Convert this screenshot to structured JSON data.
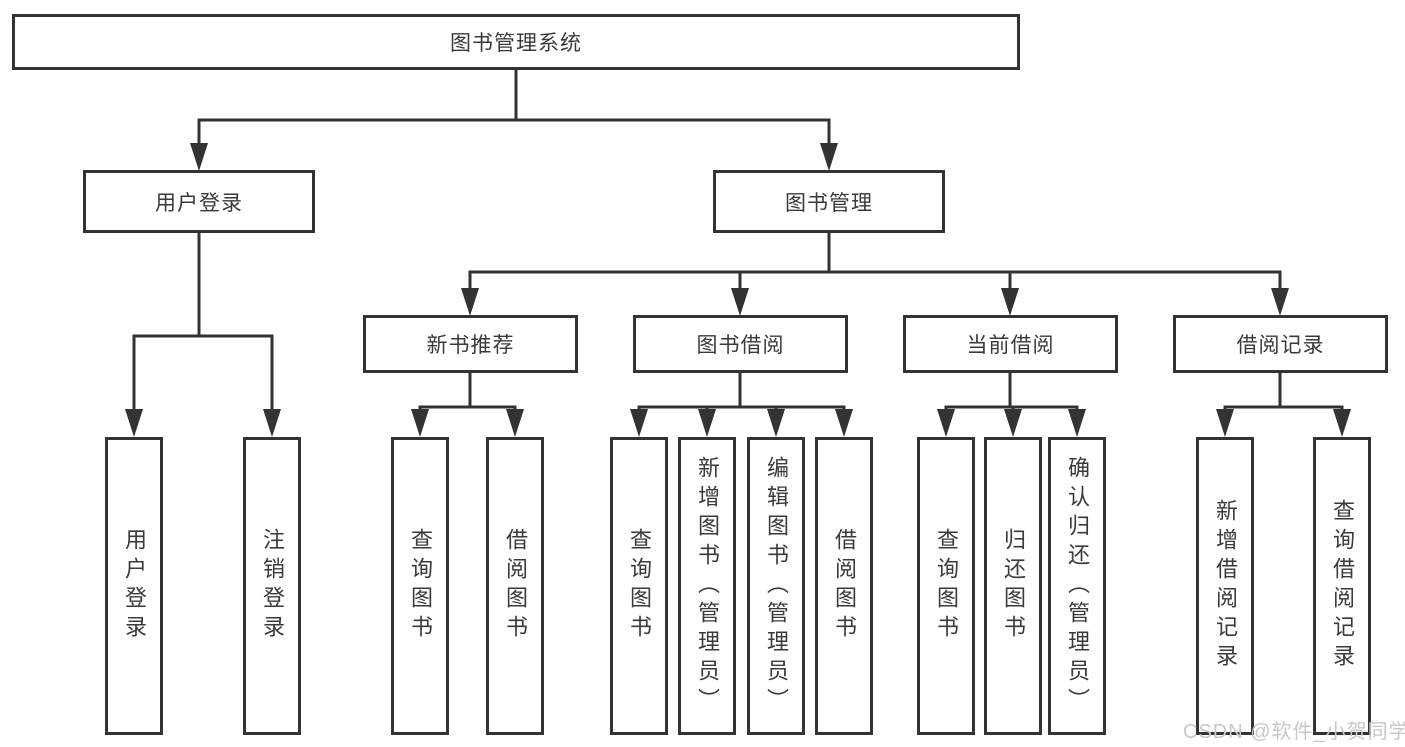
{
  "diagram_title": "图书管理系统",
  "watermark": "CSDN @软件_小贺同学",
  "colors": {
    "line": "#333333",
    "box_border": "#333333",
    "box_background": "#ffffff",
    "text": "#3a3a3a",
    "watermark": "#c8c8c8"
  },
  "tree": {
    "root": {
      "label": "图书管理系统"
    },
    "level2": {
      "user_login": {
        "label": "用户登录"
      },
      "book_management": {
        "label": "图书管理"
      }
    },
    "level3": {
      "new_book_recommend": {
        "label": "新书推荐"
      },
      "book_borrowing": {
        "label": "图书借阅"
      },
      "current_borrowing": {
        "label": "当前借阅"
      },
      "borrowing_records": {
        "label": "借阅记录"
      }
    },
    "leaves": {
      "user_login": [
        {
          "label": "用户登录"
        },
        {
          "label": "注销登录"
        }
      ],
      "new_book_recommend": [
        {
          "label": "查询图书"
        },
        {
          "label": "借阅图书"
        }
      ],
      "book_borrowing": [
        {
          "label": "查询图书"
        },
        {
          "label": "新增图书（管理员）"
        },
        {
          "label": "编辑图书（管理员）"
        },
        {
          "label": "借阅图书"
        }
      ],
      "current_borrowing": [
        {
          "label": "查询图书"
        },
        {
          "label": "归还图书"
        },
        {
          "label": "确认归还（管理员）"
        }
      ],
      "borrowing_records": [
        {
          "label": "新增借阅记录"
        },
        {
          "label": "查询借阅记录"
        }
      ]
    }
  }
}
